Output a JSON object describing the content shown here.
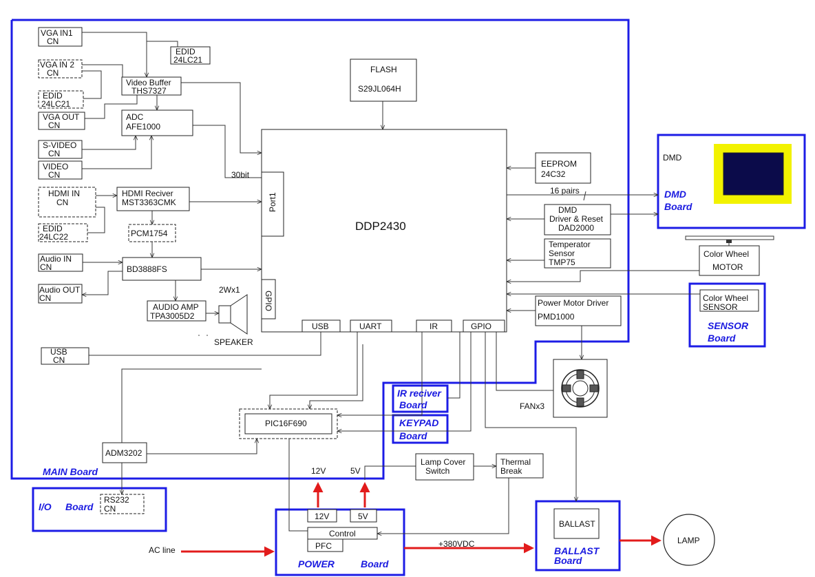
{
  "labels": {
    "vga_in1": "VGA IN1",
    "vga_in1_cn": "CN",
    "edid1_a": "EDID",
    "edid1_b": "24LC21",
    "vga_in2": "VGA IN 2",
    "vga_in2_cn": "CN",
    "vbuf_a": "Video Buffer",
    "vbuf_b": "THS7327",
    "edid2_a": "EDID",
    "edid2_b": "24LC21",
    "vga_out": "VGA OUT",
    "vga_out_cn": "CN",
    "adc_a": "ADC",
    "adc_b": "AFE1000",
    "svideo": "S-VIDEO",
    "svideo_cn": "CN",
    "video": "VIDEO",
    "video_cn": "CN",
    "bit30": "30bit",
    "hdmi_in": "HDMI IN",
    "hdmi_in_cn": "CN",
    "hdmi_rx_a": "HDMI Reciver",
    "hdmi_rx_b": "MST3363CMK",
    "edid3_a": "EDID",
    "edid3_b": "24LC22",
    "pcm": "PCM1754",
    "audio_in": "Audio IN",
    "audio_in_cn": "CN",
    "bd": "BD3888FS",
    "audio_out": "Audio OUT",
    "audio_out_cn": "CN",
    "w2x1": "2Wx1",
    "amp_a": "AUDIO AMP",
    "amp_b": "TPA3005D2",
    "speaker": "SPEAKER",
    "usb_cn_a": "USB",
    "usb_cn_b": "CN",
    "flash_a": "FLASH",
    "flash_b": "S29JL064H",
    "ddp": "DDP2430",
    "port1": "Port1",
    "gpio_side": "GPIO",
    "usb_port": "USB",
    "uart": "UART",
    "ir": "IR",
    "gpio_bottom": "GPIO",
    "eeprom_a": "EEPROM",
    "eeprom_b": "24C32",
    "pairs16": "16 pairs",
    "dmd_drv_a": "DMD",
    "dmd_drv_b": "Driver & Reset",
    "dmd_drv_c": "DAD2000",
    "temp_a": "Temperator",
    "temp_b": "Sensor",
    "temp_c": "TMP75",
    "pmd_a": "Power Motor Driver",
    "pmd_b": "PMD1000",
    "dmd": "DMD",
    "dmd_board_a": "DMD",
    "dmd_board_b": "Board",
    "cw_motor_a": "Color Wheel",
    "cw_motor_b": "MOTOR",
    "cw_sensor_a": "Color Wheel",
    "cw_sensor_b": "SENSOR",
    "sensor_board_a": "SENSOR",
    "sensor_board_b": "Board",
    "fan": "FANx3",
    "ir_board_a": "IR reciver",
    "ir_board_b": "Board",
    "keypad_a": "KEYPAD",
    "keypad_b": "Board",
    "pic": "PIC16F690",
    "adm": "ADM3202",
    "main_board": "MAIN Board",
    "v12": "12V",
    "v5": "5V",
    "lamp_cover_a": "Lamp Cover",
    "lamp_cover_b": "Switch",
    "thermal_a": "Thermal",
    "thermal_b": "Break",
    "io_board_a": "I/O",
    "io_board_b": "Board",
    "rs232_a": "RS232",
    "rs232_b": "CN",
    "pwr_12v": "12V",
    "pwr_5v": "5V",
    "control": "Control",
    "pfc": "PFC",
    "power_board_a": "POWER",
    "power_board_b": "Board",
    "ac_line": "AC line",
    "vdc": "+380VDC",
    "ballast": "BALLAST",
    "ballast_board_a": "BALLAST",
    "ballast_board_b": "Board",
    "lamp": "LAMP"
  },
  "colors": {
    "board_outline": "#1c1ce6",
    "power_arrow": "#e21b1b",
    "dmd_frame": "#f2f200",
    "dmd_chip": "#0b0b4a"
  }
}
